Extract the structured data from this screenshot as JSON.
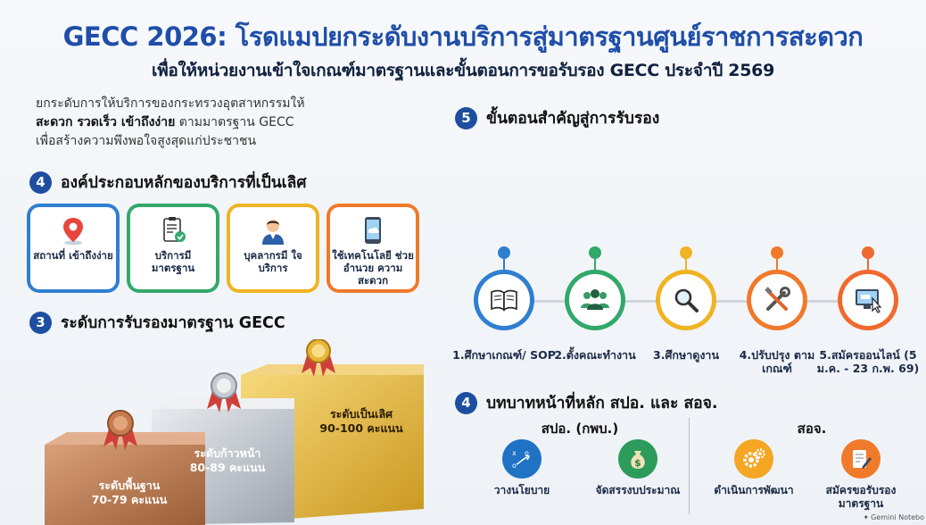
{
  "header": {
    "title": "GECC 2026: โรดแมปยกระดับงานบริการสู่มาตรฐานศูนย์ราชการสะดวก",
    "subtitle": "เพื่อให้หน่วยงานเข้าใจเกณฑ์มาตรฐานและขั้นตอนการขอรับรอง GECC ประจำปี 2569"
  },
  "intro": {
    "line1": "ยกระดับการให้บริการของกระทรวงอุตสาหกรรมให้",
    "line2_bold": "สะดวก รวดเร็ว เข้าถึงง่าย",
    "line2_rest": " ตามมาตรฐาน GECC",
    "line3": "เพื่อสร้างความพึงพอใจสูงสุดแก่ประชาชน"
  },
  "section_components": {
    "number": "4",
    "title": "องค์ประกอบหลักของบริการที่เป็นเลิศ",
    "cards": [
      {
        "label": "สถานที่ เข้าถึงง่าย",
        "icon": "location-pin-icon",
        "color": "#2f7fd1"
      },
      {
        "label": "บริการมี มาตรฐาน",
        "icon": "clipboard-check-icon",
        "color": "#32a86b"
      },
      {
        "label": "บุคลากรมี ใจบริการ",
        "icon": "staff-person-icon",
        "color": "#f0b323"
      },
      {
        "label": "ใช้เทคโนโลยี ช่วยอำนวย ความสะดวก",
        "icon": "tablet-cloud-icon",
        "color": "#f07a2a"
      }
    ]
  },
  "section_levels": {
    "number": "3",
    "title": "ระดับการรับรองมาตรฐาน GECC",
    "levels": [
      {
        "name": "ระดับพื้นฐาน",
        "score": "70-79 คะแนน",
        "icon": "bronze-medal-icon"
      },
      {
        "name": "ระดับก้าวหน้า",
        "score": "80-89 คะแนน",
        "icon": "silver-medal-icon"
      },
      {
        "name": "ระดับเป็นเลิศ",
        "score": "90-100 คะแนน",
        "icon": "gold-medal-icon"
      }
    ]
  },
  "section_process": {
    "number": "5",
    "title": "ขั้นตอนสำคัญสู่การรับรอง",
    "steps": [
      {
        "label": "1.ศึกษาเกณฑ์/ SOP",
        "icon": "open-book-icon",
        "color": "#2f7fd1"
      },
      {
        "label": "2.ตั้งคณะทำงาน",
        "icon": "team-group-icon",
        "color": "#32a86b"
      },
      {
        "label": "3.ศึกษาดูงาน",
        "icon": "magnifier-icon",
        "color": "#f0b323"
      },
      {
        "label": "4.ปรับปรุง ตามเกณฑ์",
        "icon": "tools-icon",
        "color": "#f07a2a"
      },
      {
        "label": "5.สมัครออนไลน์ (5 ม.ค. - 23 ก.พ. 69)",
        "icon": "computer-click-icon",
        "color": "#ef6a2e"
      }
    ]
  },
  "section_roles": {
    "number": "4",
    "title": "บทบาทหน้าที่หลัก สปอ. และ สอจ.",
    "left_head": "สปอ. (กพบ.)",
    "right_head": "สอจ.",
    "left_items": [
      {
        "label": "วางนโยบาย",
        "icon": "strategy-board-icon",
        "color": "#1f72c4"
      },
      {
        "label": "จัดสรรงบประมาณ",
        "icon": "money-bag-icon",
        "color": "#2d9b5a"
      }
    ],
    "right_items": [
      {
        "label": "ดำเนินการพัฒนา",
        "icon": "gears-icon",
        "color": "#f5a623"
      },
      {
        "label": "สมัครขอรับรอง มาตรฐาน",
        "icon": "document-pen-icon",
        "color": "#f07a2a"
      }
    ]
  },
  "brand": {
    "label": "Gemini Notebo"
  }
}
